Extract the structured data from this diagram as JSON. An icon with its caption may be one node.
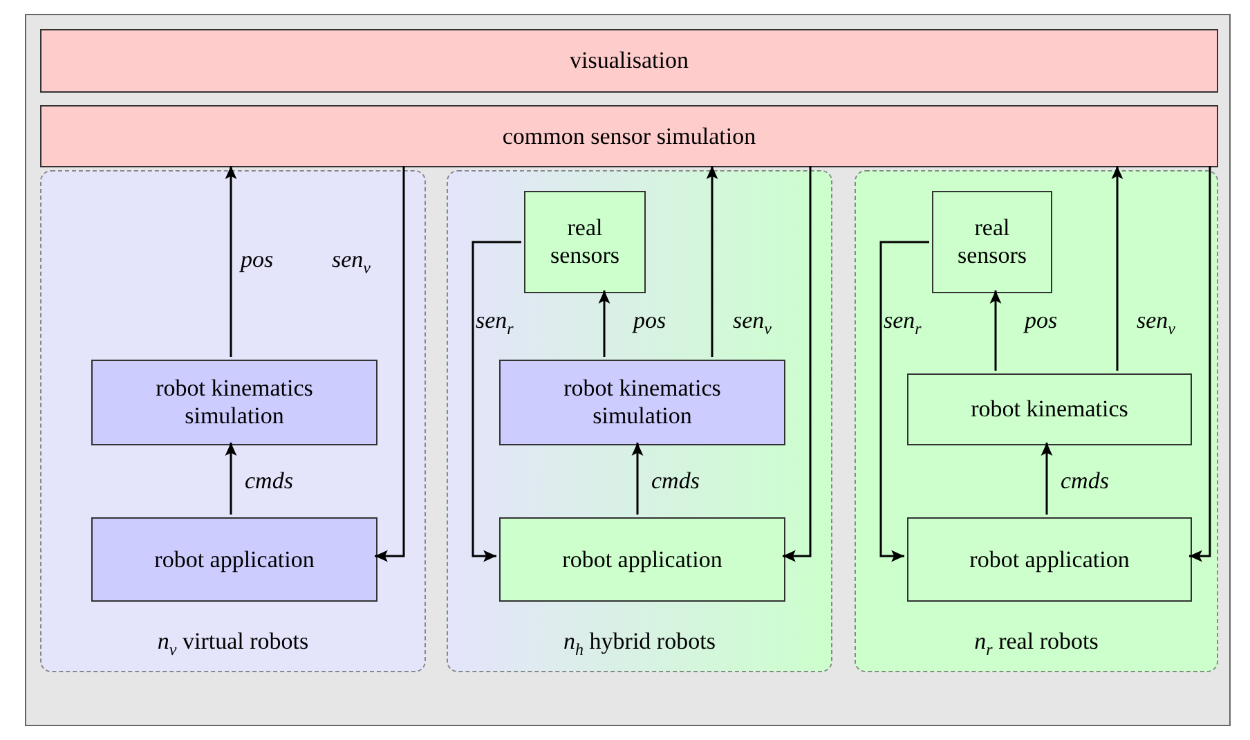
{
  "diagram": {
    "nodes": [
      {
        "text": [],
        "shape": "box"
      },
      {
        "text": [
          "visualisation"
        ],
        "in": 0
      },
      {
        "text": [
          "common sensor simulation"
        ],
        "in": 0
      },
      {
        "text": [
          "*n*$_{v}$ virtual robots"
        ],
        "in": 0
      },
      {
        "text": [
          "robot kinematics simulation"
        ],
        "in": 3
      },
      {
        "text": [
          "robot application"
        ],
        "in": 3
      },
      {
        "text": [
          "*n*$_{h}$ hybrid robots"
        ],
        "in": 0
      },
      {
        "text": [
          "real sensors"
        ],
        "in": 6
      },
      {
        "text": [
          "robot kinematics simulation"
        ],
        "in": 6
      },
      {
        "text": [
          "robot application"
        ],
        "in": 6
      },
      {
        "text": [
          "*n*$_{r}$ real robots"
        ],
        "in": 0
      },
      {
        "text": [
          "real sensors"
        ],
        "in": 10
      },
      {
        "text": [
          "robot kinematics"
        ],
        "in": 10
      },
      {
        "text": [
          "robot application"
        ],
        "in": 10
      }
    ],
    "edges": [
      {
        "from": 5,
        "to": 4,
        "arrow": "to",
        "label": "cmds"
      },
      {
        "from": 4,
        "to": 2,
        "arrow": "to",
        "label": "pos"
      },
      {
        "from": 2,
        "to": 5,
        "arrow": "to",
        "label": "sen$_{v}$"
      },
      {
        "from": 9,
        "to": 8,
        "arrow": "to",
        "label": "cmds"
      },
      {
        "from": 8,
        "to": 7,
        "arrow": "to",
        "label": "pos"
      },
      {
        "from": 8,
        "to": 2,
        "arrow": "to"
      },
      {
        "from": 2,
        "to": 9,
        "arrow": "to",
        "label": "sen$_{v}$"
      },
      {
        "from": 7,
        "to": 9,
        "arrow": "to",
        "label": "sen$_{r}$"
      },
      {
        "from": 13,
        "to": 12,
        "arrow": "to",
        "label": "cmds"
      },
      {
        "from": 12,
        "to": 11,
        "arrow": "to",
        "label": "pos"
      },
      {
        "from": 12,
        "to": 2,
        "arrow": "to"
      },
      {
        "from": 2,
        "to": 13,
        "arrow": "to",
        "label": "sen$_{v}$"
      },
      {
        "from": 11,
        "to": 13,
        "arrow": "to",
        "label": "sen$_{r}$"
      }
    ]
  }
}
